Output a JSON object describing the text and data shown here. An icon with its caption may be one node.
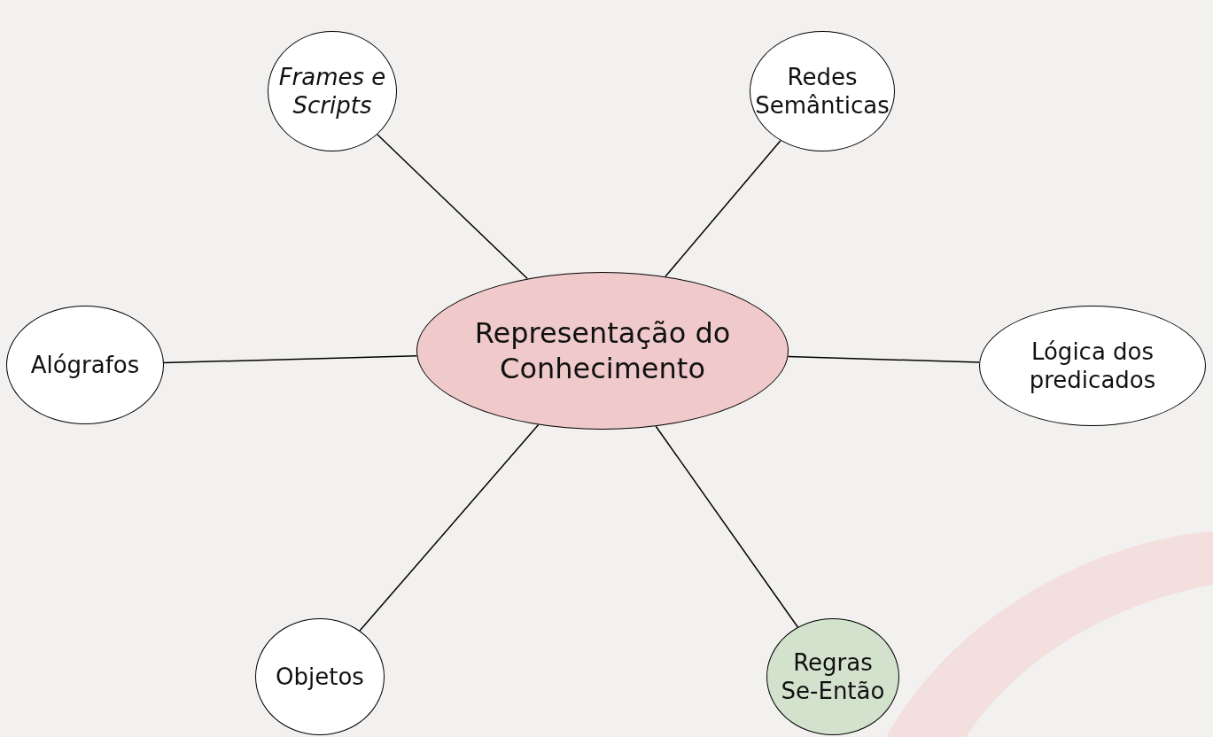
{
  "diagram": {
    "nodes": [
      {
        "text": [
          "Frames e Scripts"
        ]
      },
      {
        "text": [
          "Redes Semânticas"
        ]
      },
      {
        "text": [
          "Alógrafos"
        ]
      },
      {
        "text": [
          "Representação do Conhecimento"
        ]
      },
      {
        "text": [
          "Lógica dos predicados"
        ]
      },
      {
        "text": [
          "Objetos"
        ]
      },
      {
        "text": [
          "Regras Se-Então"
        ]
      }
    ],
    "edges": [
      {
        "from": 3,
        "to": 0,
        "arrow": "none"
      },
      {
        "from": 3,
        "to": 1,
        "arrow": "none"
      },
      {
        "from": 3,
        "to": 2,
        "arrow": "none"
      },
      {
        "from": 3,
        "to": 4,
        "arrow": "none"
      },
      {
        "from": 3,
        "to": 5,
        "arrow": "none"
      },
      {
        "from": 3,
        "to": 6,
        "arrow": "none"
      }
    ]
  }
}
